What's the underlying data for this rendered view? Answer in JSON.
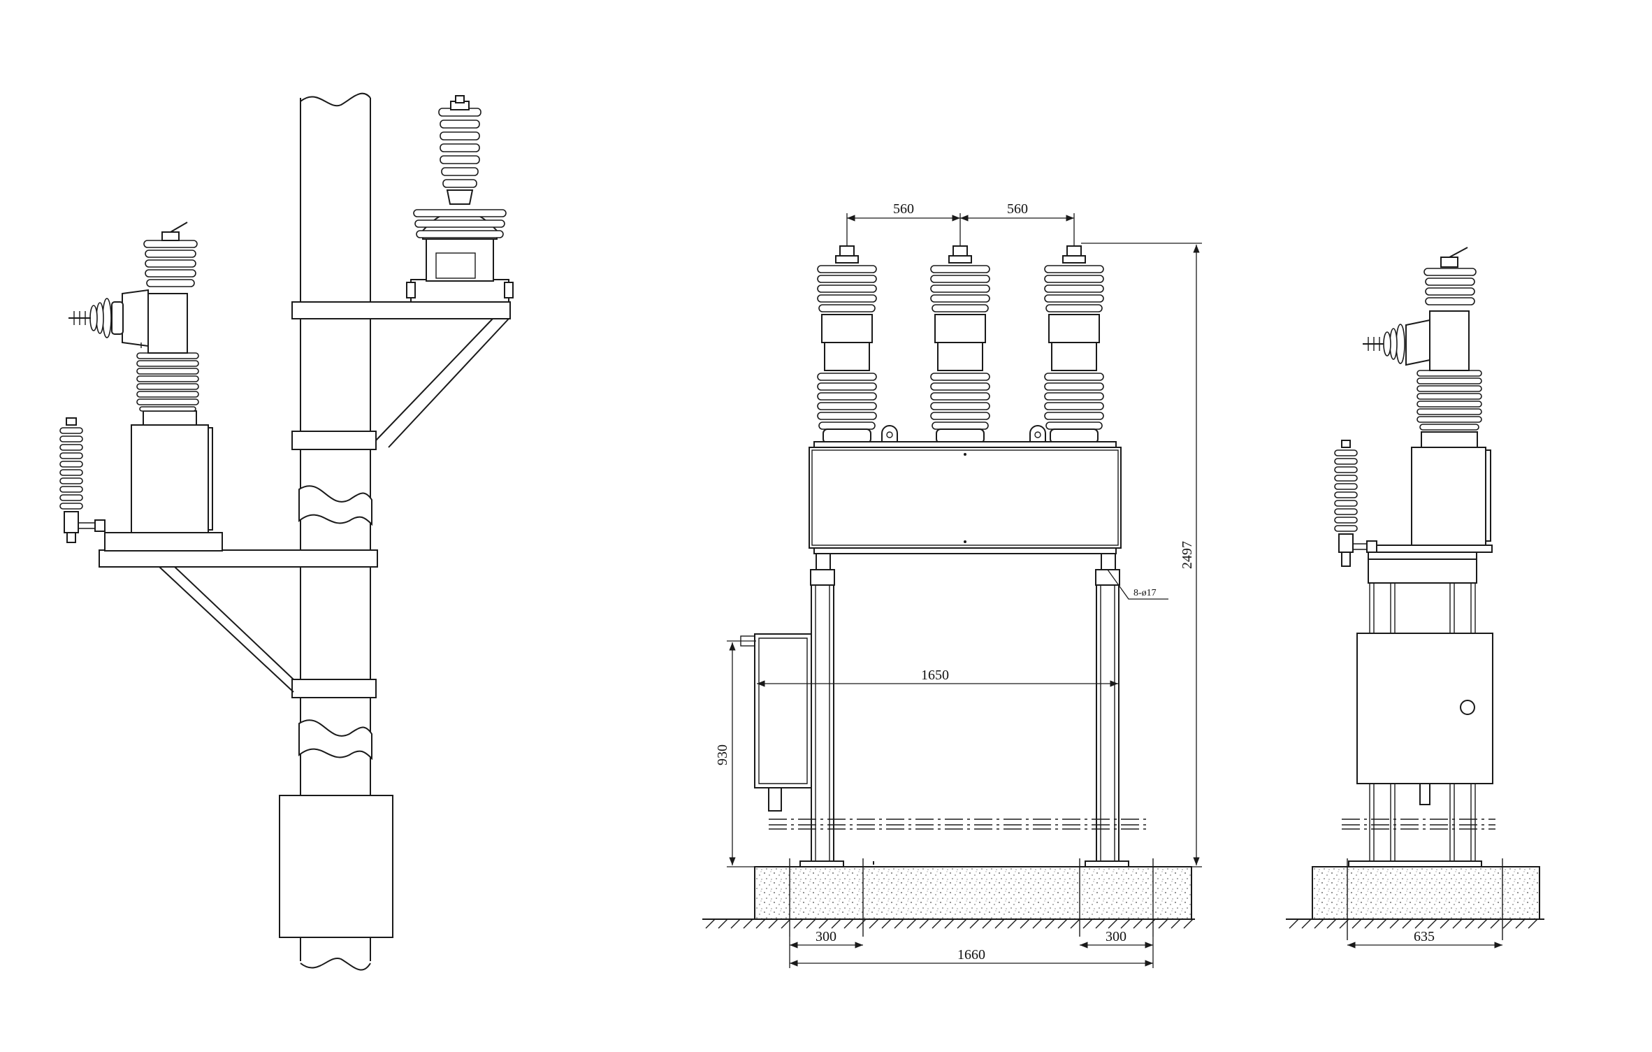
{
  "dimensions": {
    "phase_spacing_left": "560",
    "phase_spacing_right": "560",
    "total_height": "2497",
    "hole_spec": "8-ø17",
    "frame_width": "1650",
    "cabinet_height": "930",
    "foot_left": "300",
    "foot_right": "300",
    "foundation_span": "1660",
    "side_width": "635"
  },
  "colors": {
    "line": "#1a1a1a",
    "background": "#ffffff"
  }
}
